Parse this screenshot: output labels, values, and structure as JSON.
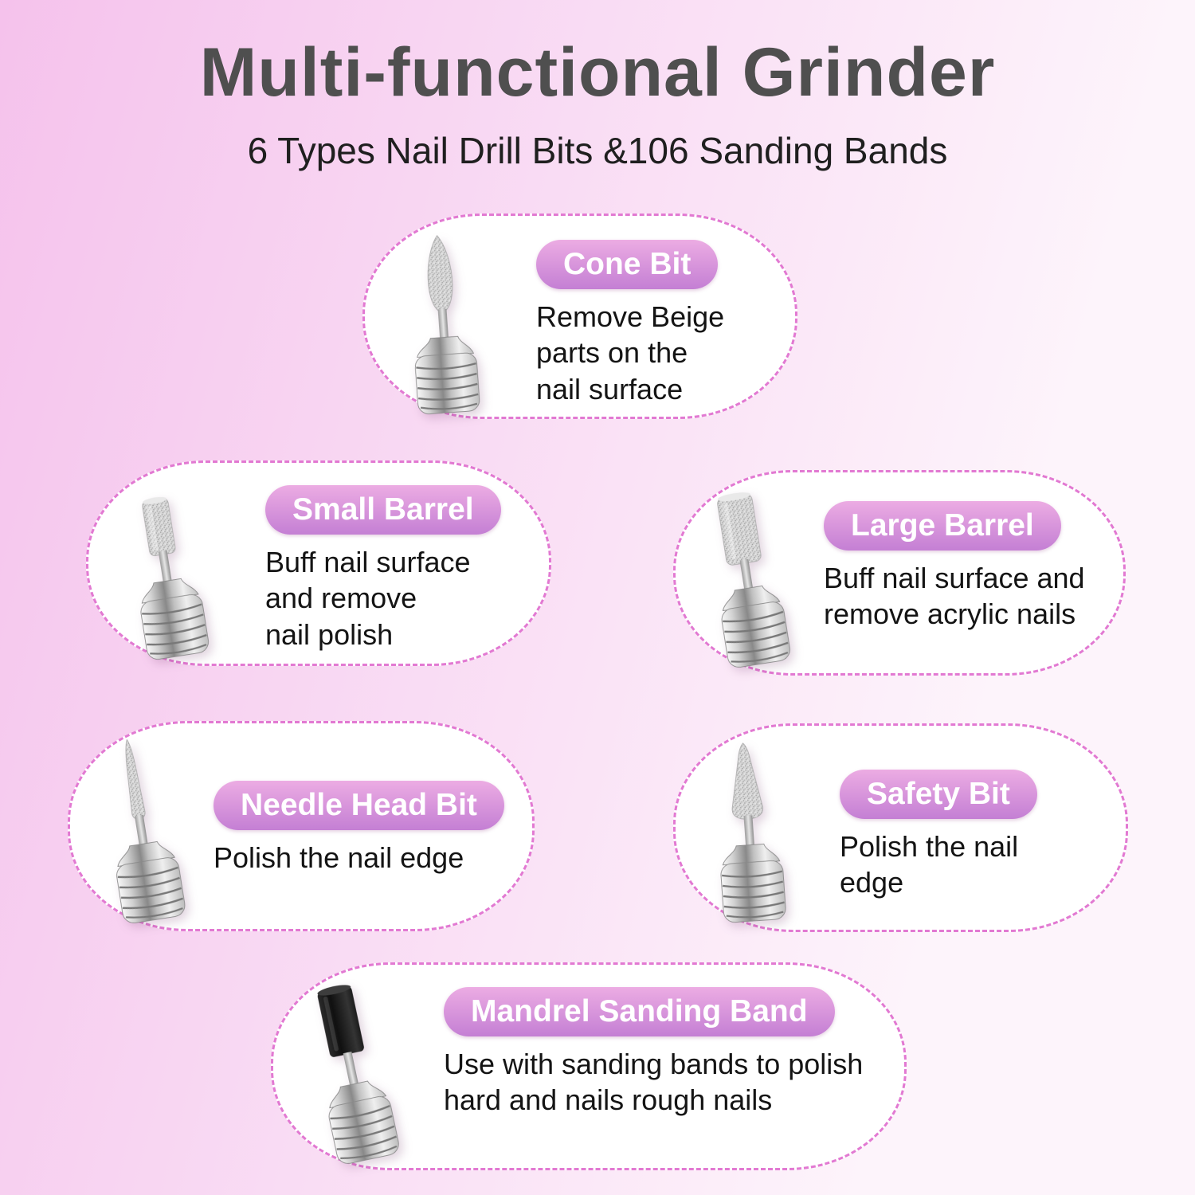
{
  "header": {
    "title": "Multi-functional Grinder",
    "subtitle": "6 Types Nail Drill Bits &106 Sanding Bands"
  },
  "bits": [
    {
      "name": "Cone Bit",
      "icon": "cone-bit-icon",
      "desc": "Remove Beige\nparts on the\nnail surface"
    },
    {
      "name": "Small Barrel",
      "icon": "small-barrel-icon",
      "desc": "Buff nail surface\nand remove\nnail polish"
    },
    {
      "name": "Large Barrel",
      "icon": "large-barrel-icon",
      "desc": "Buff nail surface and\nremove acrylic nails"
    },
    {
      "name": "Needle Head Bit",
      "icon": "needle-head-bit-icon",
      "desc": "Polish the nail edge"
    },
    {
      "name": "Safety Bit",
      "icon": "safety-bit-icon",
      "desc": "Polish the nail\nedge"
    },
    {
      "name": "Mandrel Sanding Band",
      "icon": "mandrel-sanding-band-icon",
      "desc": "Use with sanding bands to polish\nhard and nails rough nails"
    }
  ],
  "colors": {
    "bg-left": "#f5c2ec",
    "bg-mid": "#f9dcf4",
    "bg-right": "#fdf4fb",
    "title-color": "#4f4f4f",
    "subtitle-color": "#1f1f1f",
    "text-color": "#141414",
    "bubble-border": "#e279d2",
    "bubble-fill": "#ffffff",
    "pill-top": "#ecace3",
    "pill-bottom": "#c47fd4",
    "pill-text": "#ffffff"
  }
}
